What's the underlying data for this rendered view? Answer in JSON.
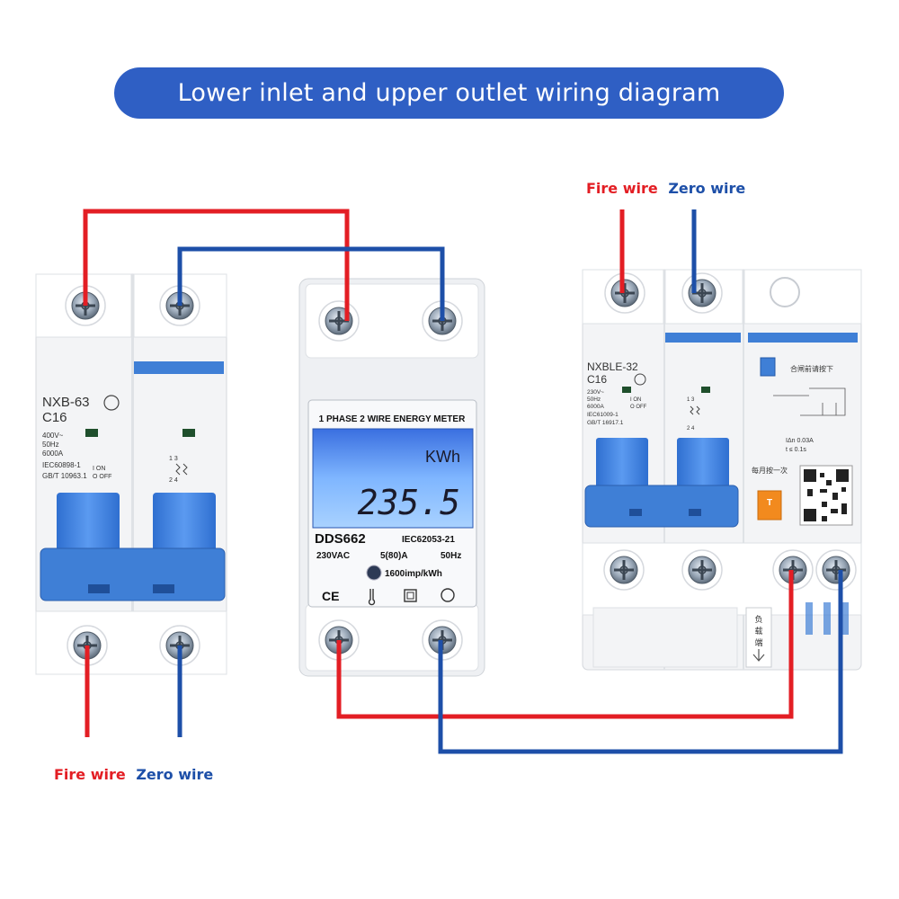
{
  "title": "Lower inlet and upper outlet wiring diagram",
  "colors": {
    "banner": "#2f5fc4",
    "fire": "#e31e24",
    "zero": "#1d4fa8",
    "device_blue": "#3f7fd6"
  },
  "labels": {
    "top_fire": "Fire wire",
    "top_zero": "Zero wire",
    "bottom_fire": "Fire wire",
    "bottom_zero": "Zero wire"
  },
  "breaker_left": {
    "model": "NXB-63",
    "rating": "C16",
    "spec1": "400V~",
    "spec2": "50Hz",
    "spec3": "6000A",
    "std1": "IEC60898-1",
    "std2": "GB/T 10963.1",
    "on": "I ON",
    "off": "O OFF",
    "terminals": "1 3",
    "terminals2": "2 4"
  },
  "meter": {
    "header": "1 PHASE 2 WIRE ENERGY METER",
    "unit": "KWh",
    "reading": "235.5",
    "model": "DDS662",
    "standard": "IEC62053-21",
    "voltage": "230VAC",
    "current": "5(80)A",
    "freq": "50Hz",
    "constant": "1600imp/kWh",
    "ce": "CE"
  },
  "breaker_right": {
    "model": "NXBLE-32",
    "rating": "C16",
    "spec1": "230V~",
    "spec2": "50Hz",
    "spec3": "6000A",
    "std1": "IEC61009-1",
    "std2": "GB/T 16917.1",
    "on": "I ON",
    "off": "O OFF",
    "terminals": "1 3",
    "terminals2": "2 4",
    "reset_note": "合闸前请按下",
    "test_note": "每月按一次",
    "test_key": "T",
    "leak1": "IΔn 0.03A",
    "leak2": "t ≤ 0.1s",
    "load_side": "负载端"
  }
}
